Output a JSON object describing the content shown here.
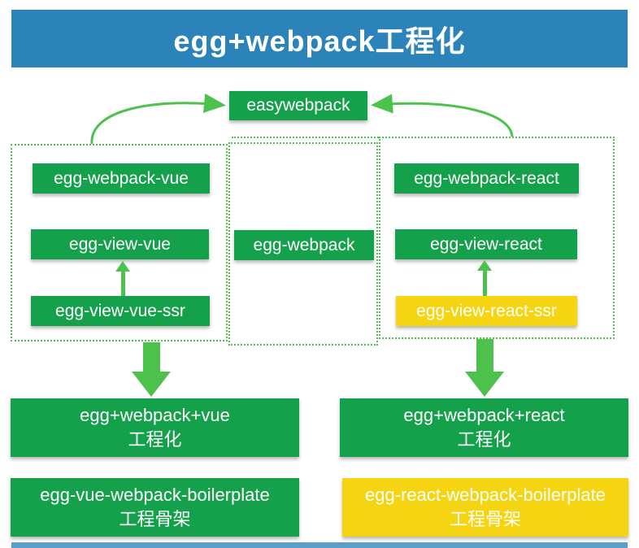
{
  "header": {
    "title": "egg+webpack工程化"
  },
  "top_node": {
    "label": "easywebpack"
  },
  "groups": {
    "vue": {
      "nodes": [
        {
          "label": "egg-webpack-vue"
        },
        {
          "label": "egg-view-vue"
        },
        {
          "label": "egg-view-vue-ssr"
        }
      ]
    },
    "core": {
      "nodes": [
        {
          "label": "egg-webpack"
        }
      ]
    },
    "react": {
      "nodes": [
        {
          "label": "egg-webpack-react"
        },
        {
          "label": "egg-view-react"
        },
        {
          "label": "egg-view-react-ssr"
        }
      ]
    }
  },
  "outputs": {
    "vue_project": {
      "line1": "egg+webpack+vue",
      "line2": "工程化"
    },
    "react_project": {
      "line1": "egg+webpack+react",
      "line2": "工程化"
    },
    "vue_boilerplate": {
      "line1": "egg-vue-webpack-boilerplate",
      "line2": "工程骨架"
    },
    "react_boilerplate": {
      "line1": "egg-react-webpack-boilerplate",
      "line2": "工程骨架"
    }
  },
  "edges": [
    {
      "from": "vue-group",
      "to": "easywebpack"
    },
    {
      "from": "react-group",
      "to": "easywebpack"
    },
    {
      "from": "egg-view-vue-ssr",
      "to": "egg-view-vue"
    },
    {
      "from": "egg-view-react-ssr",
      "to": "egg-view-react"
    },
    {
      "from": "vue-group",
      "to": "vue_project"
    },
    {
      "from": "react-group",
      "to": "react_project"
    }
  ],
  "colors": {
    "banner_blue": "#2b83ba",
    "node_green": "#15a04b",
    "accent_green": "#4cc24c",
    "node_yellow": "#f5d411",
    "text_white": "#ffffff"
  }
}
